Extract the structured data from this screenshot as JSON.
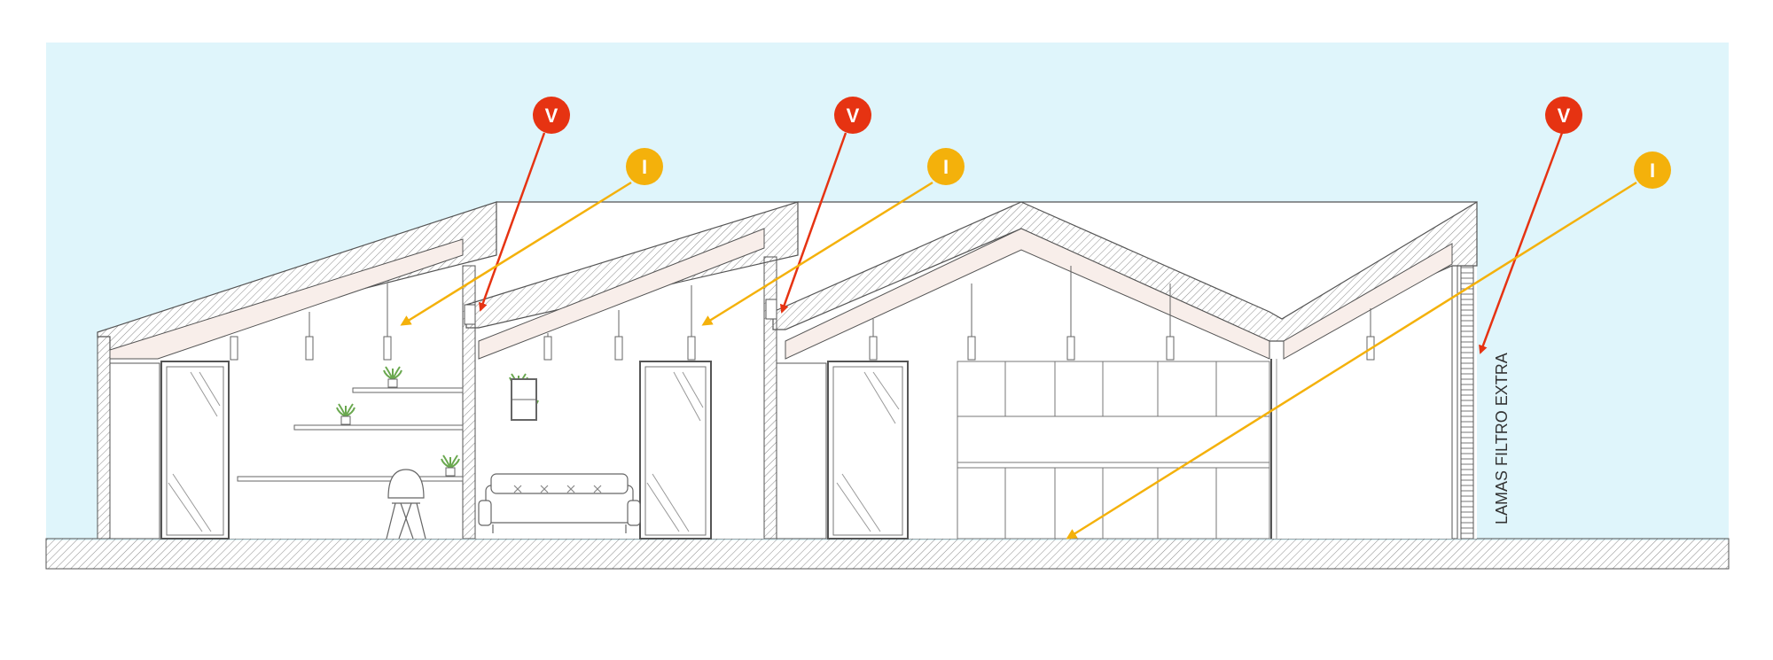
{
  "colors": {
    "sky": "#dff5fb",
    "line": "#555555",
    "ceiling": "#f8eeea",
    "ventilation": "#e63312",
    "illumination": "#f4b10b",
    "plant": "#6aa84f"
  },
  "annotations": {
    "ventilation_markers": [
      {
        "label": "V"
      },
      {
        "label": "V"
      },
      {
        "label": "V"
      }
    ],
    "illumination_markers": [
      {
        "label": "I"
      },
      {
        "label": "I"
      },
      {
        "label": "I"
      }
    ],
    "louvers_label": "LAMAS FILTRO EXTRA"
  }
}
